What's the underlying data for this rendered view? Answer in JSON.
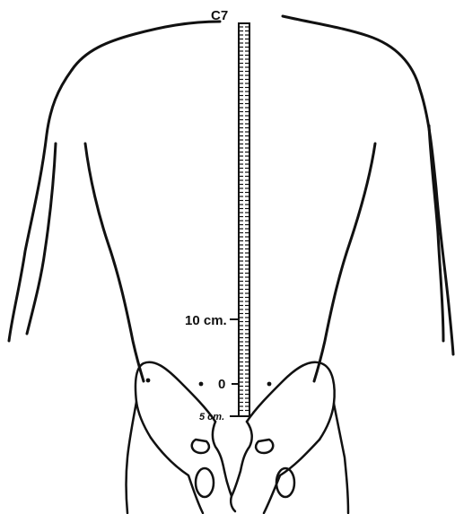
{
  "labels": {
    "c7": "C7",
    "ten_cm": "10 cm.",
    "zero": "0",
    "five_cm": "5 cm."
  },
  "colors": {
    "ink": "#111111",
    "background": "#ffffff"
  }
}
